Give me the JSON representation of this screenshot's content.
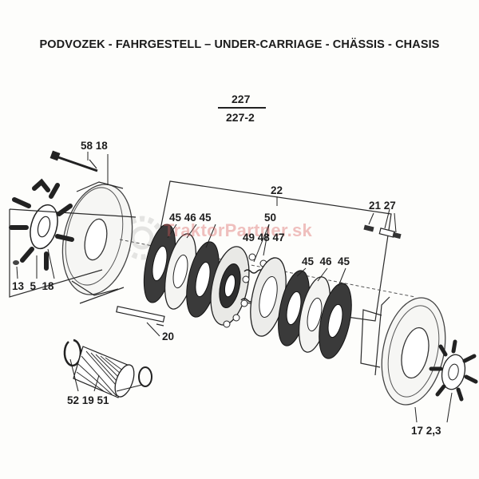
{
  "title": "PODVOZEK - FAHRGESTELL – UNDER-CARRIAGE - CHÄSSIS - CHASIS",
  "section": {
    "top": "227",
    "bottom": "227-2"
  },
  "watermark": "TraktorPartner.sk",
  "callouts": {
    "c58_18": "58 18",
    "c13_5_18": "13  5  18",
    "c22": "22",
    "c45_46_45_left": "45 46 45",
    "c50": "50",
    "c49_48_47": "49 48 47",
    "c45_46_45_right": "45  46  45",
    "c21_27": "21 27",
    "c20": "20",
    "c52_19_51": "52 19 51",
    "c17_2_3": "17 2,3"
  },
  "colors": {
    "ink": "#1e1e1e",
    "watermark": "#d75a5a"
  }
}
